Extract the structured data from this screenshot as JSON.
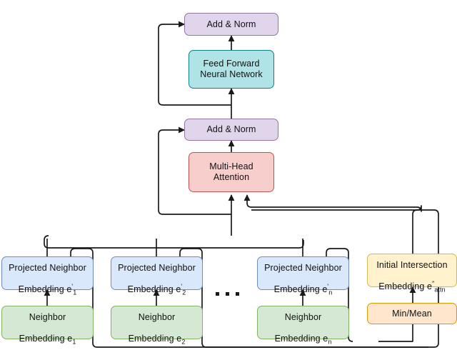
{
  "diagram": {
    "title": "Transformer-style attention over projected neighbor embeddings",
    "background": "#ffffff",
    "edge_color": "#1a1a1a",
    "colors": {
      "add_norm_fill": "#e1d5ec",
      "add_norm_stroke": "#9673a6",
      "ffnn_fill": "#b0e3e6",
      "ffnn_stroke": "#0e8088",
      "attention_fill": "#f8cecc",
      "attention_stroke": "#b85450",
      "projected_fill": "#dae8fc",
      "projected_stroke": "#6c8ebf",
      "neighbor_fill": "#d5e8d4",
      "neighbor_stroke": "#82b366",
      "intersection_fill": "#fff2cc",
      "intersection_stroke": "#d6b656",
      "minmean_fill": "#ffe6cc",
      "minmean_stroke": "#d79b00"
    }
  },
  "nodes": {
    "add_norm_top": {
      "label": "Add & Norm"
    },
    "feed_forward": {
      "label": "Feed Forward\nNeural Network"
    },
    "add_norm_mid": {
      "label": "Add & Norm"
    },
    "multi_head_attention": {
      "label": "Multi-Head\nAttention"
    },
    "projected_1": {
      "line1": "Projected Neighbor",
      "line2_pre": "Embedding e",
      "sup": "'",
      "sub": "1"
    },
    "projected_2": {
      "line1": "Projected Neighbor",
      "line2_pre": "Embedding e",
      "sup": "'",
      "sub": "2"
    },
    "projected_n": {
      "line1": "Projected Neighbor",
      "line2_pre": "Embedding e",
      "sup": "'",
      "sub": "n"
    },
    "neighbor_1": {
      "line1": "Neighbor",
      "line2_pre": "Embedding e",
      "sub": "1"
    },
    "neighbor_2": {
      "line1": "Neighbor",
      "line2_pre": "Embedding e",
      "sub": "2"
    },
    "neighbor_n": {
      "line1": "Neighbor",
      "line2_pre": "Embedding e",
      "sub": "n"
    },
    "initial_intersection": {
      "line1": "Initial Intersection",
      "line2_pre": "Embedding e",
      "sup": "″",
      "sub": "attn"
    },
    "min_mean": {
      "label": "Min/Mean"
    },
    "ellipsis": {
      "label": "■ ■ ■",
      "count": 3
    }
  }
}
